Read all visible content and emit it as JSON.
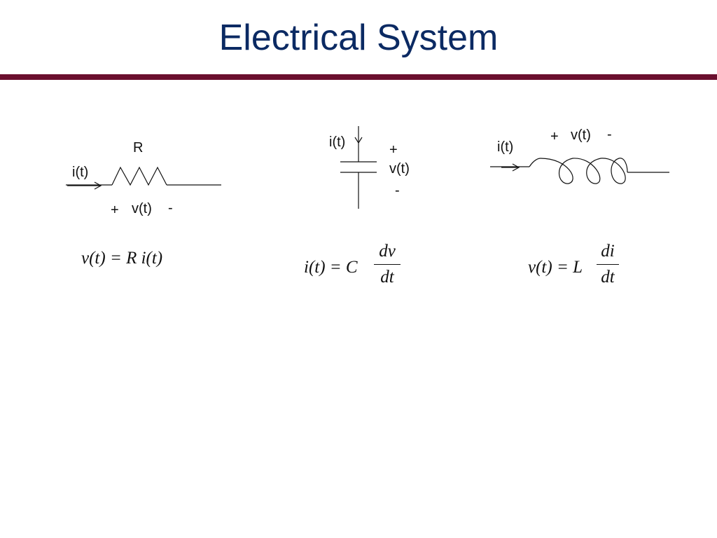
{
  "slide": {
    "title": "Electrical System",
    "accent_color": "#0b2a63",
    "rule_color": "#6b0f2e"
  },
  "resistor": {
    "name_label": "R",
    "current_label": "i(t)",
    "plus_sign": "+",
    "voltage_label": "v(t)",
    "minus_sign": "-",
    "equation_lhs": "v(t) = R i(t)"
  },
  "capacitor": {
    "current_label": "i(t)",
    "plus_sign": "+",
    "voltage_label": "v(t)",
    "minus_sign": "-",
    "equation_lhs": "i(t) = C",
    "fraction_numerator": "dv",
    "fraction_denominator": "dt"
  },
  "inductor": {
    "current_label": "i(t)",
    "plus_sign": "+",
    "voltage_label": "v(t)",
    "minus_sign": "-",
    "equation_lhs": "v(t) = L",
    "fraction_numerator": "di",
    "fraction_denominator": "dt"
  }
}
